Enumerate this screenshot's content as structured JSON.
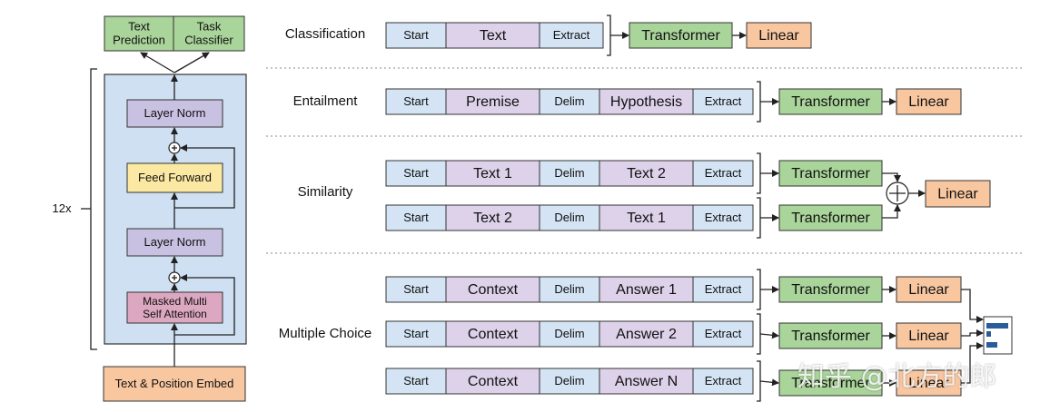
{
  "colors": {
    "start": "#d4e4f4",
    "middle": "#ddd2ea",
    "transformer": "#a9d49a",
    "linear": "#f8c7a0",
    "block": "#cfe0f2",
    "layer_norm": "#c9c1e2",
    "feed_forward": "#fbe9a3",
    "attention": "#dca7c0",
    "embed": "#f8c7a0",
    "heads": "#a9d49a",
    "stroke": "#333333"
  },
  "architecture": {
    "heads": [
      "Text\nPrediction",
      "Task\nClassifier"
    ],
    "layer_norm": "Layer Norm",
    "feed_forward": "Feed Forward",
    "attention": "Masked Multi\nSelf Attention",
    "embed": "Text & Position Embed",
    "repeat": "12x"
  },
  "tasks": [
    {
      "label": "Classification",
      "rows": [
        [
          "Start",
          "Text",
          "Extract"
        ]
      ],
      "transformer": "Transformer",
      "linear": "Linear"
    },
    {
      "label": "Entailment",
      "rows": [
        [
          "Start",
          "Premise",
          "Delim",
          "Hypothesis",
          "Extract"
        ]
      ],
      "transformer": "Transformer",
      "linear": "Linear"
    },
    {
      "label": "Similarity",
      "rows": [
        [
          "Start",
          "Text 1",
          "Delim",
          "Text 2",
          "Extract"
        ],
        [
          "Start",
          "Text 2",
          "Delim",
          "Text 1",
          "Extract"
        ]
      ],
      "transformer": "Transformer",
      "linear": "Linear"
    },
    {
      "label": "Multiple Choice",
      "rows": [
        [
          "Start",
          "Context",
          "Delim",
          "Answer 1",
          "Extract"
        ],
        [
          "Start",
          "Context",
          "Delim",
          "Answer 2",
          "Extract"
        ],
        [
          "Start",
          "Context",
          "Delim",
          "Answer N",
          "Extract"
        ]
      ],
      "transformer": "Transformer",
      "linear": "Linear"
    }
  ],
  "watermark": "知乎 @北方的郎"
}
